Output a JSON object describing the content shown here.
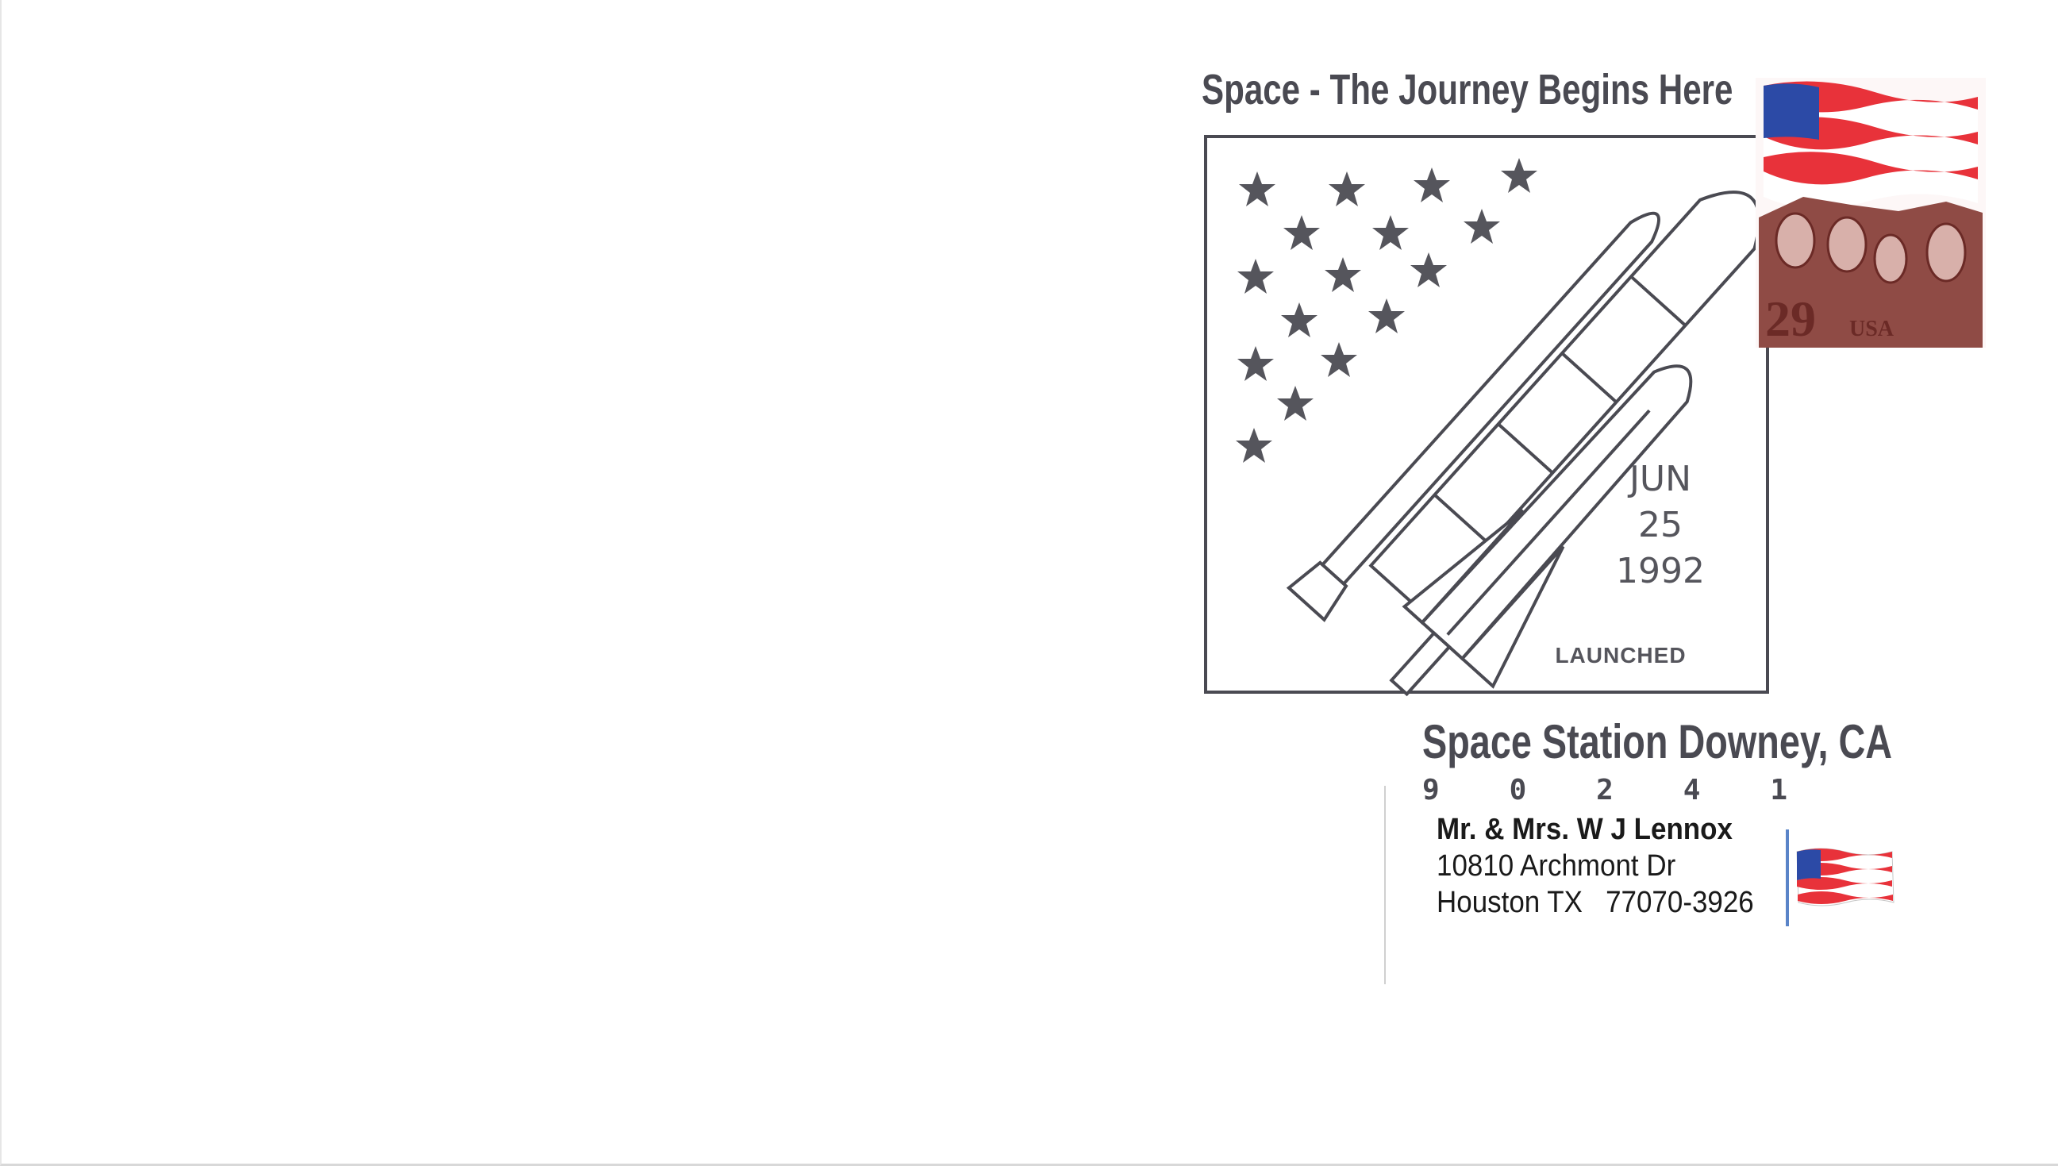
{
  "cachet": {
    "title": "Space - The Journey Begins Here",
    "postmark_month": "JUN",
    "postmark_day": "25",
    "postmark_year": "1992",
    "status": "LAUNCHED",
    "station": "Space Station Downey, CA",
    "zip_digits": [
      "9",
      "0",
      "2",
      "4",
      "1"
    ],
    "ink_color": "#4a4a52"
  },
  "stamp": {
    "denomination": "29",
    "country": "USA",
    "subject": "flag-over-mount-rushmore",
    "color": "#7a3430"
  },
  "address": {
    "name": "Mr. & Mrs. W J Lennox",
    "street": "10810 Archmont Dr",
    "city_state_zip": "Houston TX   77070-3926"
  },
  "decorations": {
    "flag_icon": "us-flag-icon",
    "flag_red": "#e8323a",
    "flag_blue": "#2c4aa6"
  }
}
